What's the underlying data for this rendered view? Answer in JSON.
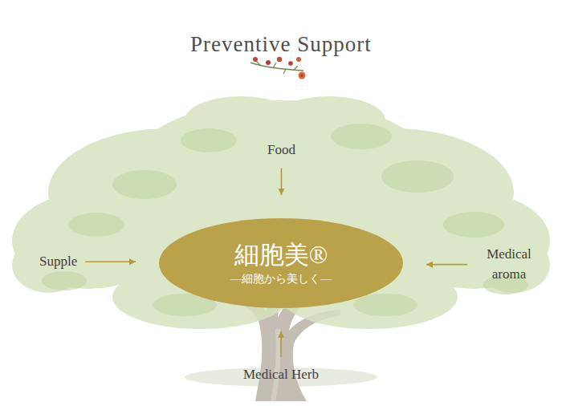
{
  "diagram": {
    "title": "Preventive Support",
    "nodes": [
      {
        "text": [
          "Food"
        ]
      },
      {
        "text": [
          "Supple"
        ]
      },
      {
        "text": [
          "細胞美®",
          "—細胞から美しく—"
        ]
      },
      {
        "text": [
          "Medical aroma"
        ]
      },
      {
        "text": [
          "Medical Herb"
        ]
      }
    ],
    "edges": [
      {
        "from": 0,
        "to": 2,
        "arrow": "to"
      },
      {
        "from": 1,
        "to": 2,
        "arrow": "to"
      },
      {
        "from": 3,
        "to": 2,
        "arrow": "to"
      },
      {
        "from": 4,
        "to": 2,
        "arrow": "to"
      }
    ]
  }
}
